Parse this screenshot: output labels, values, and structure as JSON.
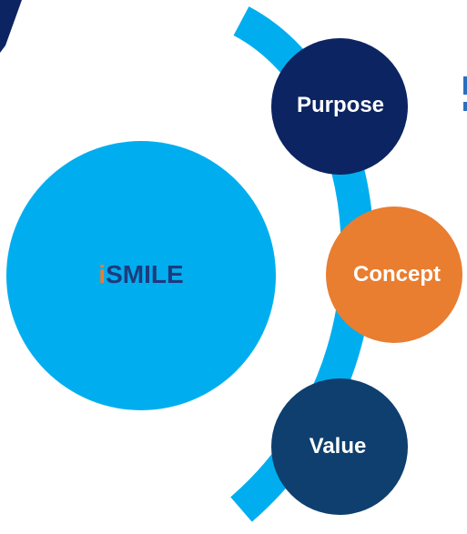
{
  "main_circle": {
    "label_lead": "i",
    "label_rest": "SMILE"
  },
  "nodes": [
    {
      "id": "purpose",
      "label": "Purpose"
    },
    {
      "id": "concept",
      "label": "Concept"
    },
    {
      "id": "value",
      "label": "Value"
    }
  ],
  "colors": {
    "arc": "#00aeef",
    "main_circle": "#00aeef",
    "purpose": "#0c2461",
    "concept": "#e97d30",
    "value": "#0e3f6e",
    "main_text": "#1d3b7e",
    "main_text_lead": "#e97d30",
    "accent_bar": "#2a6fbf"
  }
}
